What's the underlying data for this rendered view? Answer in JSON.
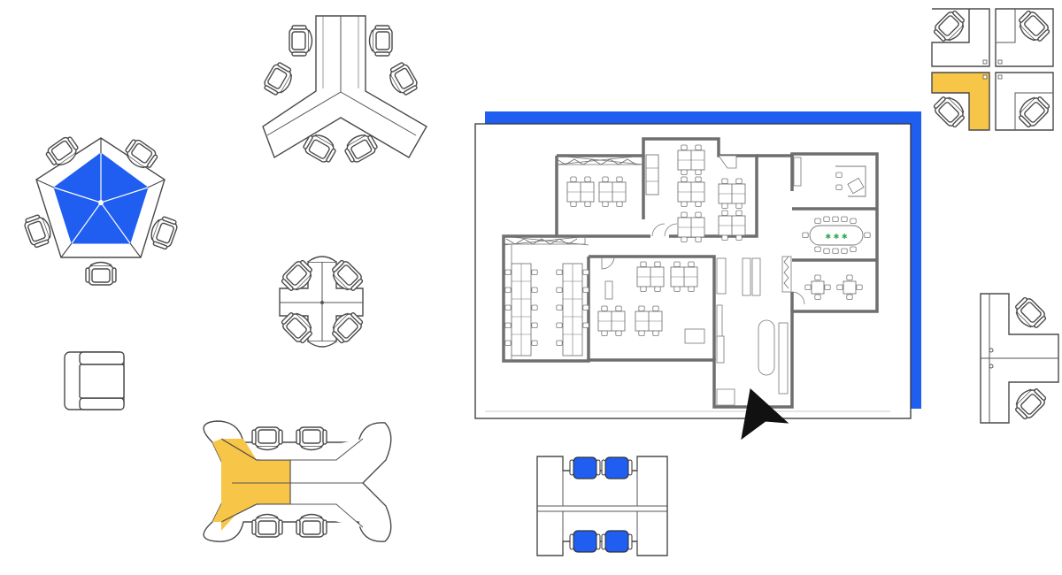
{
  "canvas": {
    "background": "#ffffff",
    "accent_blue": "#1f5ef0",
    "accent_yellow": "#f7c548",
    "line_color": "#4a4a4a"
  },
  "elements": [
    {
      "name": "pentagon-workstation",
      "highlight": "#1f5ef0",
      "chairs": 5
    },
    {
      "name": "y-shaped-workstation",
      "chairs": 6
    },
    {
      "name": "cross-workstation",
      "chairs": 4
    },
    {
      "name": "armchair",
      "chairs": 0
    },
    {
      "name": "bone-shaped-workstation",
      "highlight": "#f7c548",
      "chairs": 4
    },
    {
      "name": "floor-plan-preview",
      "shadow": "#1f5ef0"
    },
    {
      "name": "pointer-cursor-icon"
    },
    {
      "name": "bench-desk",
      "highlight": "#1f5ef0",
      "chairs": 4
    },
    {
      "name": "quad-l-cubicle",
      "highlight": "#f7c548",
      "chairs": 4
    },
    {
      "name": "double-l-desk",
      "chairs": 2
    }
  ]
}
